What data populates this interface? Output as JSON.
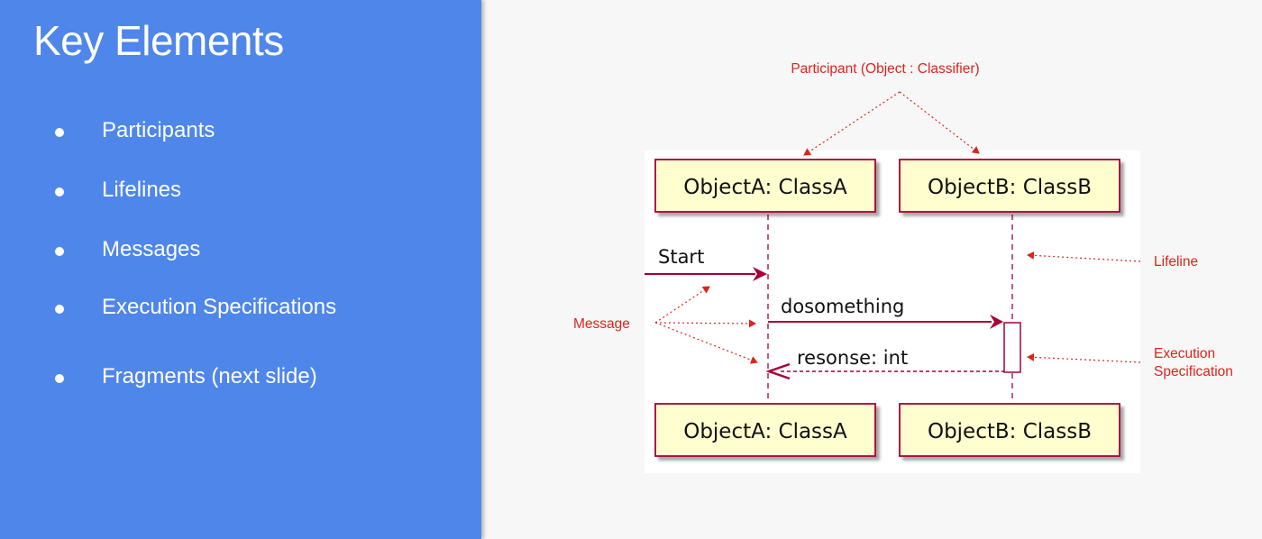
{
  "slide": {
    "title": "Key Elements",
    "bullets": [
      "Participants",
      "Lifelines",
      "Messages",
      "Execution Specifications",
      "Fragments (next slide)"
    ]
  },
  "diagram": {
    "participants_top": [
      "ObjectA: ClassA",
      "ObjectB: ClassB"
    ],
    "participants_bottom": [
      "ObjectA: ClassA",
      "ObjectB: ClassB"
    ],
    "messages": [
      "Start",
      "dosomething",
      "resonse: int"
    ],
    "annotations": {
      "participant": "Participant (Object : Classifier)",
      "lifeline": "Lifeline",
      "message": "Message",
      "execution_line1": "Execution",
      "execution_line2": "Specification"
    },
    "colors": {
      "box_fill": "#fefece",
      "box_border": "#a80036",
      "arrow": "#a80036",
      "annotation": "#e0231b",
      "panel": "#4f86ea"
    }
  }
}
